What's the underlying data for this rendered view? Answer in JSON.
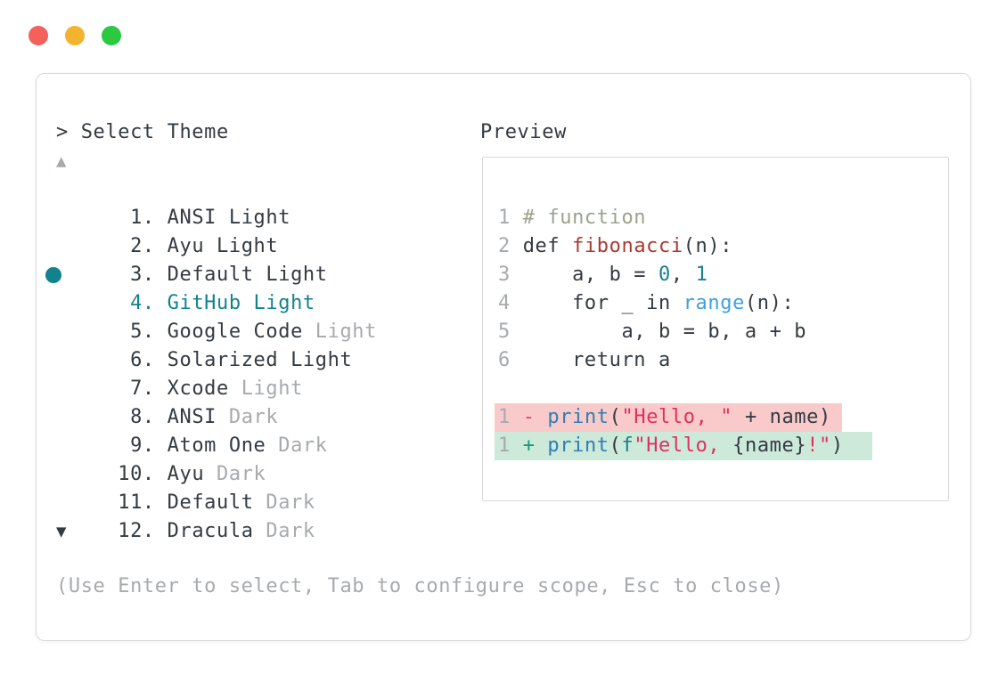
{
  "window": {
    "title": "> Select Theme",
    "scroll_up_icon": "▲",
    "scroll_down_icon": "▼",
    "hint": "(Use Enter to select, Tab to configure scope, Esc to close)"
  },
  "theme_list": {
    "items": [
      {
        "number": "1",
        "name": "ANSI Light",
        "muted": "",
        "selected": false
      },
      {
        "number": "2",
        "name": "Ayu Light",
        "muted": "",
        "selected": false
      },
      {
        "number": "3",
        "name": "Default Light",
        "muted": "",
        "selected": false
      },
      {
        "number": "4",
        "name": "GitHub Light",
        "muted": "",
        "selected": true
      },
      {
        "number": "5",
        "name": "Google Code",
        "muted": "Light",
        "selected": false
      },
      {
        "number": "6",
        "name": "Solarized Light",
        "muted": "",
        "selected": false
      },
      {
        "number": "7",
        "name": "Xcode",
        "muted": "Light",
        "selected": false
      },
      {
        "number": "8",
        "name": "ANSI",
        "muted": "Dark",
        "selected": false
      },
      {
        "number": "9",
        "name": "Atom One",
        "muted": "Dark",
        "selected": false
      },
      {
        "number": "10",
        "name": "Ayu",
        "muted": "Dark",
        "selected": false
      },
      {
        "number": "11",
        "name": "Default",
        "muted": "Dark",
        "selected": false
      },
      {
        "number": "12",
        "name": "Dracula",
        "muted": "Dark",
        "selected": false
      }
    ]
  },
  "preview": {
    "label": "Preview",
    "code_lines": [
      {
        "n": "1",
        "bg": "",
        "tokens": [
          {
            "c": "comment",
            "t": "# function"
          }
        ]
      },
      {
        "n": "2",
        "bg": "",
        "tokens": [
          {
            "c": "plain",
            "t": "def "
          },
          {
            "c": "defname",
            "t": "fibonacci"
          },
          {
            "c": "plain",
            "t": "(n):"
          }
        ]
      },
      {
        "n": "3",
        "bg": "",
        "tokens": [
          {
            "c": "plain",
            "t": "    a, b = "
          },
          {
            "c": "num",
            "t": "0"
          },
          {
            "c": "plain",
            "t": ", "
          },
          {
            "c": "num",
            "t": "1"
          }
        ]
      },
      {
        "n": "4",
        "bg": "",
        "tokens": [
          {
            "c": "plain",
            "t": "    for _ in "
          },
          {
            "c": "builtin2",
            "t": "range"
          },
          {
            "c": "plain",
            "t": "(n):"
          }
        ]
      },
      {
        "n": "5",
        "bg": "",
        "tokens": [
          {
            "c": "plain",
            "t": "        a, b = b, a + b"
          }
        ]
      },
      {
        "n": "6",
        "bg": "",
        "tokens": [
          {
            "c": "plain",
            "t": "    return a"
          }
        ]
      },
      {
        "n": "",
        "bg": "",
        "tokens": []
      },
      {
        "n": "1",
        "bg": "del",
        "tokens": [
          {
            "c": "del",
            "t": "- "
          },
          {
            "c": "builtin",
            "t": "print"
          },
          {
            "c": "plain",
            "t": "("
          },
          {
            "c": "string",
            "t": "\"Hello, \""
          },
          {
            "c": "plain",
            "t": " + name)"
          }
        ]
      },
      {
        "n": "1",
        "bg": "ins",
        "tokens": [
          {
            "c": "ins",
            "t": "+ "
          },
          {
            "c": "builtin",
            "t": "print"
          },
          {
            "c": "plain",
            "t": "("
          },
          {
            "c": "fprefix",
            "t": "f"
          },
          {
            "c": "string",
            "t": "\"Hello, "
          },
          {
            "c": "plain",
            "t": "{name}"
          },
          {
            "c": "string",
            "t": "!\""
          },
          {
            "c": "plain",
            "t": ")"
          }
        ]
      }
    ]
  },
  "colors": {
    "accent_teal": "#12828d",
    "text_dark": "#333a41",
    "text_muted": "#a7aaad",
    "border": "#d9d9d9",
    "comment": "#9aa38b",
    "def_name_red": "#a9382f",
    "string_crimson": "#e22f5d",
    "builtin_blue": "#2e7fb3",
    "builtin_light_blue": "#41a0d8",
    "number_teal": "#17808a",
    "diff_del_fg": "#e0465e",
    "diff_ins_fg": "#16997a",
    "diff_del_bg": "#f8caca",
    "diff_ins_bg": "#cce9d9",
    "traffic_red": "#f4605a",
    "traffic_yellow": "#f3b32e",
    "traffic_green": "#2bc842"
  }
}
